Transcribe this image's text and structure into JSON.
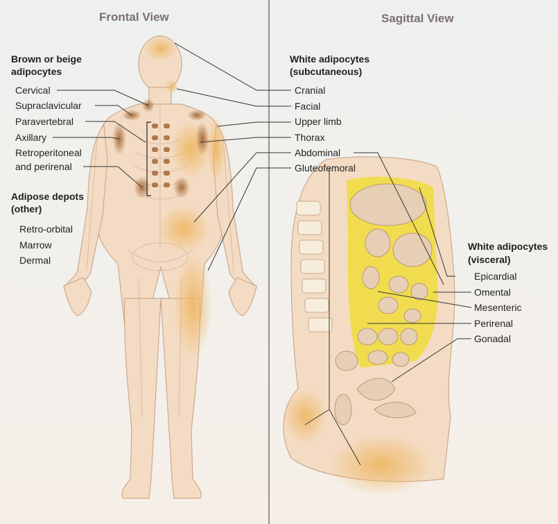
{
  "views": {
    "frontal": "Frontal View",
    "sagittal": "Sagittal View"
  },
  "brown": {
    "heading": [
      "Brown or beige",
      "adipocytes"
    ],
    "items": [
      "Cervical",
      "Supraclavicular",
      "Paravertebral",
      "Axillary",
      "Retroperitoneal",
      "and perirenal"
    ]
  },
  "other": {
    "heading": [
      "Adipose depots",
      "(other)"
    ],
    "items": [
      "Retro-orbital",
      "Marrow",
      "Dermal"
    ]
  },
  "subcutaneous": {
    "heading": [
      "White adipocytes",
      "(subcutaneous)"
    ],
    "items": [
      "Cranial",
      "Facial",
      "Upper limb",
      "Thorax",
      "Abdominal",
      "Gluteofemoral"
    ]
  },
  "visceral": {
    "heading": [
      "White adipocytes",
      "(visceral)"
    ],
    "items": [
      "Epicardial",
      "Omental",
      "Mesenteric",
      "Perirenal",
      "Gonadal"
    ]
  },
  "colors": {
    "background": "#f1f2f1",
    "skin": "#f4dcc4",
    "body_outline": "#c9a98e",
    "white_fat": "#eeb866",
    "brown_fat": "#a0612f",
    "visceral_fat": "#f0dc32",
    "divider": "#555555",
    "leader": "#333333"
  }
}
